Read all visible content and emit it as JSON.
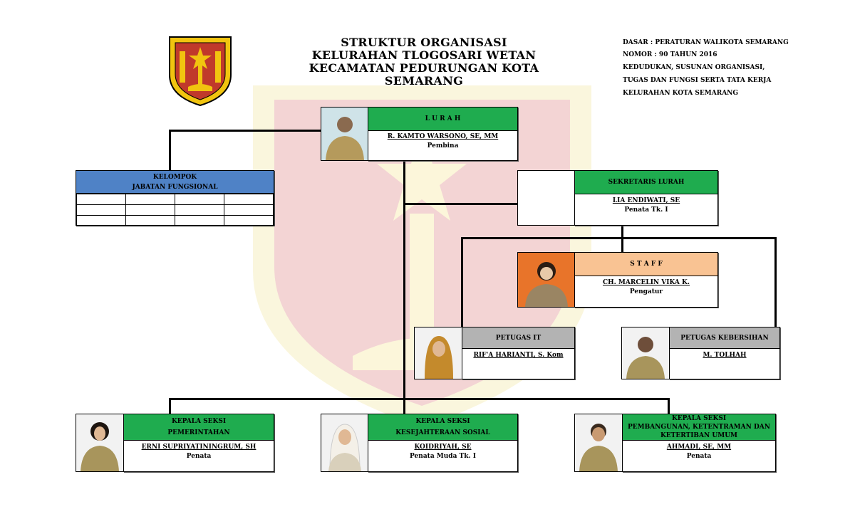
{
  "header": {
    "title_line1": "STRUKTUR ORGANISASI",
    "title_line2": "KELURAHAN TLOGOSARI WETAN",
    "title_line3": "KECAMATAN PEDURUNGAN KOTA SEMARANG"
  },
  "basis": [
    "DASAR  : PERATURAN WALIKOTA SEMARANG",
    "NOMOR : 90 TAHUN 2016",
    "KEDUDUKAN, SUSUNAN ORGANISASI,",
    "TUGAS DAN FUNGSI SERTA TATA KERJA",
    "KELURAHAN KOTA SEMARANG"
  ],
  "colors": {
    "green": "#1fac4f",
    "blue": "#4f82c6",
    "peach": "#f9c393",
    "gray": "#b3b3b3"
  },
  "lurah": {
    "title": "L U R A H",
    "name": "R. KAMTO WARSONO, SE, MM",
    "rank": "Pembina"
  },
  "kelompok": {
    "title_line1": "KELOMPOK",
    "title_line2": "JABATAN FUNGSIONAL"
  },
  "sekretaris": {
    "title": "SEKRETARIS LURAH",
    "name": "LIA ENDIWATI, SE",
    "rank": "Penata Tk. I"
  },
  "staff": {
    "title": "S T A F F",
    "name": "CH. MARCELIN VIKA K.",
    "rank": "Pengatur"
  },
  "petugas_it": {
    "title": "PETUGAS IT",
    "name": "RIF'A HARIANTI, S. Kom"
  },
  "petugas_kebersihan": {
    "title": "PETUGAS KEBERSIHAN",
    "name": "M. TOLHAH"
  },
  "kasi_pemerintahan": {
    "title_line1": "KEPALA SEKSI",
    "title_line2": "PEMERINTAHAN",
    "name": "ERNI SUPRIYATININGRUM, SH",
    "rank": "Penata"
  },
  "kasi_kesejahteraan": {
    "title_line1": "KEPALA SEKSI",
    "title_line2": "KESEJAHTERAAN SOSIAL",
    "name": "KOIDRIYAH, SE",
    "rank": "Penata Muda Tk. I"
  },
  "kasi_pembangunan": {
    "title_line1": "KEPALA SEKSI",
    "title_line2": "PEMBANGUNAN, KETENTRAMAN DAN",
    "title_line3": "KETERTIBAN UMUM",
    "name": "AHMADI, SE, MM",
    "rank": "Penata"
  }
}
